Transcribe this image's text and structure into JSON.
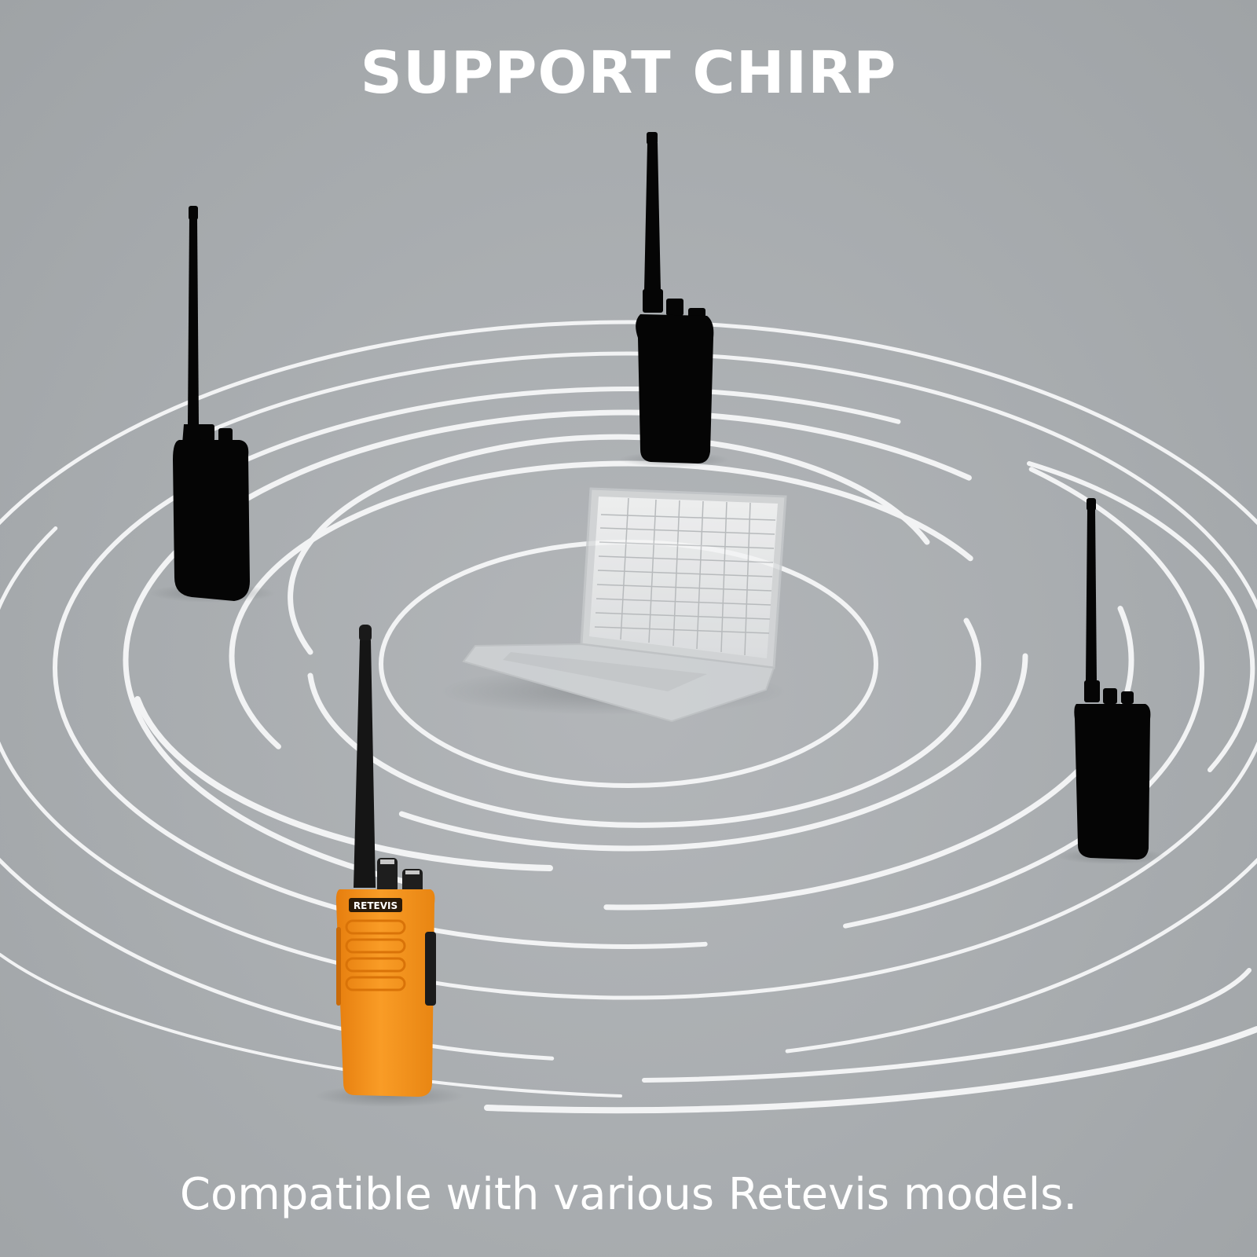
{
  "headline": "SUPPORT CHIRP",
  "caption": "Compatible with various Retevis models.",
  "brand_logo_text": "RETEVIS",
  "colors": {
    "background": "#a4a8ab",
    "rings": "#f2f3f4",
    "silhouette": "#050505",
    "highlight_radio": "#f7941d",
    "text": "#ffffff"
  },
  "icons": {
    "center_device": "laptop-icon",
    "radios": "walkie-talkie-icon"
  }
}
